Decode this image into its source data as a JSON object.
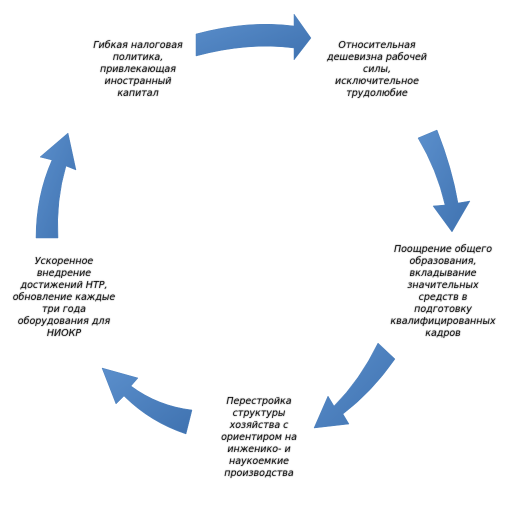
{
  "diagram": {
    "arrow_color": "#4a7ebb",
    "nodes": [
      {
        "id": "tax",
        "lines": [
          "Гибкая налоговая",
          "политика,",
          "привлекающая",
          "иностранный",
          "капитал"
        ]
      },
      {
        "id": "labor",
        "lines": [
          "Относительная",
          "дешевизна рабочей",
          "силы,",
          "исключительное",
          "трудолюбие"
        ]
      },
      {
        "id": "education",
        "lines": [
          "Поощрение общего",
          "образования,",
          "вкладывание",
          "значительных",
          "средств в",
          "подготовку",
          "квалифицированных",
          "кадров"
        ]
      },
      {
        "id": "restructuring",
        "lines": [
          "Перестройка",
          "структуры",
          "хозяйства с",
          "ориентиром на",
          "инженико- и",
          "наукоемкие",
          "производства"
        ]
      },
      {
        "id": "ntr",
        "lines": [
          "Ускоренное",
          "внедрение",
          "достижений НТР,",
          "обновление каждые",
          "три года",
          "оборудования для",
          "НИОКР"
        ]
      }
    ]
  }
}
